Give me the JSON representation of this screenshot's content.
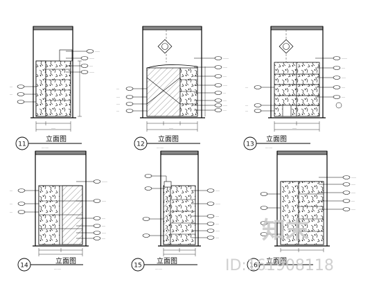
{
  "drawings": [
    {
      "number": "11",
      "title": "立面图"
    },
    {
      "number": "12",
      "title": "立面图"
    },
    {
      "number": "13",
      "title": "立面图"
    },
    {
      "number": "14",
      "title": "立面图"
    },
    {
      "number": "15",
      "title": "立面图"
    },
    {
      "number": "16",
      "title": "立面图"
    }
  ],
  "watermark": {
    "logo_text": "知末",
    "id_text": "ID:161908118"
  }
}
